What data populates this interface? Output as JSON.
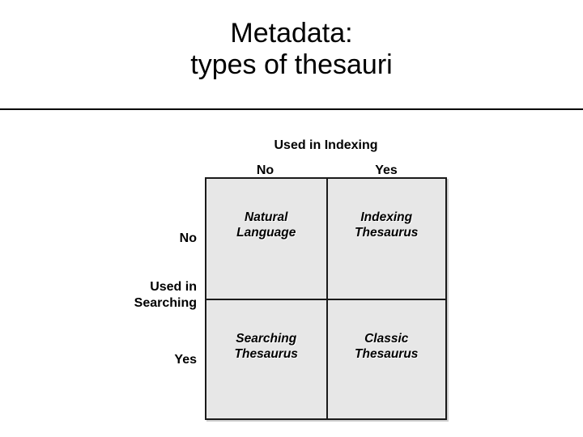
{
  "slide": {
    "title_lines": [
      "Metadata:",
      "types of thesauri"
    ]
  },
  "figure": {
    "column_axis_title": "Used in Indexing",
    "row_axis_title_lines": [
      "Used in",
      "Searching"
    ],
    "column_headers": [
      "No",
      "Yes"
    ],
    "row_headers": [
      "No",
      "Yes"
    ],
    "cells": [
      {
        "lines": [
          "Natural",
          "Language"
        ]
      },
      {
        "lines": [
          "Indexing",
          "Thesaurus"
        ]
      },
      {
        "lines": [
          "Searching",
          "Thesaurus"
        ]
      },
      {
        "lines": [
          "Classic",
          "Thesaurus"
        ]
      }
    ],
    "colors": {
      "cell_fill": "#e7e7e7",
      "border": "#1a1a1a",
      "text": "#000000",
      "background": "#ffffff"
    }
  }
}
